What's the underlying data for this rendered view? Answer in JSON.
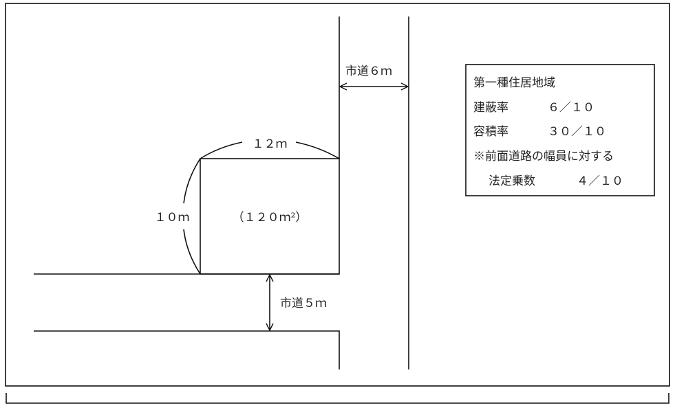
{
  "road_east": {
    "label": "市道６ｍ"
  },
  "road_south": {
    "label": "市道５ｍ"
  },
  "lot": {
    "width_label": "１２ｍ",
    "depth_label": "１０ｍ",
    "area_label": "（１２０ｍ²）"
  },
  "legend": {
    "zone": "第一種住居地域",
    "coverage_label": "建蔽率",
    "coverage_value": "６／１０",
    "far_label": "容積率",
    "far_value": "３０／１０",
    "note": "※前面道路の幅員に対する",
    "multiplier_label": "法定乗数",
    "multiplier_value": "４／１０"
  }
}
